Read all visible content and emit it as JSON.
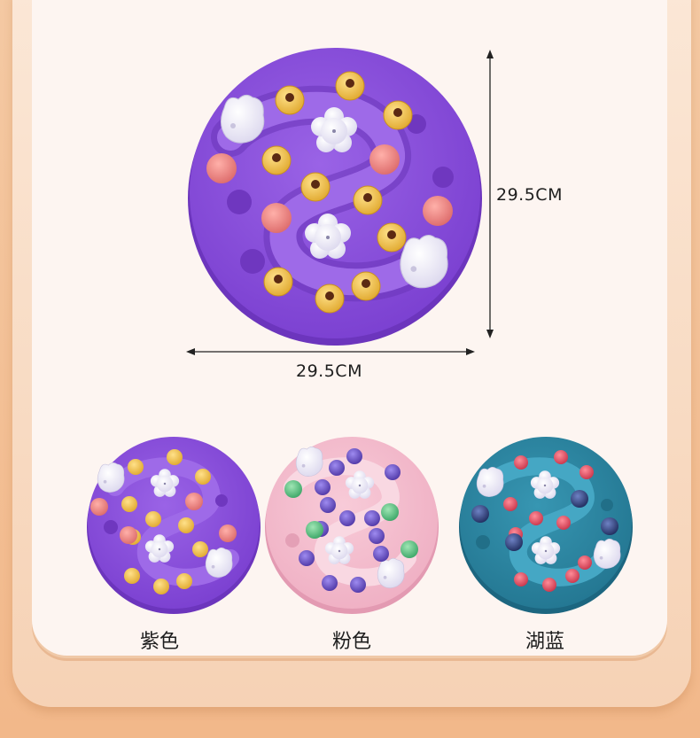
{
  "main_product": {
    "width_label": "29.5CM",
    "height_label": "29.5CM",
    "color": "#8b52d9"
  },
  "variants": [
    {
      "label": "紫色",
      "base": "#8b52d9",
      "rim": "#7a42c8",
      "track": "#9a66e3",
      "treat": "#f0c24d",
      "accent": "#e87d7d"
    },
    {
      "label": "粉色",
      "base": "#f4bccd",
      "rim": "#e8a6bb",
      "track": "#f7cdd9",
      "treat": "#6d55b7",
      "accent": "#5cbd7e"
    },
    {
      "label": "湖蓝",
      "base": "#2e8aa6",
      "rim": "#23738d",
      "track": "#3b9bb8",
      "treat": "#e84d62",
      "accent": "#2c3d74"
    }
  ]
}
